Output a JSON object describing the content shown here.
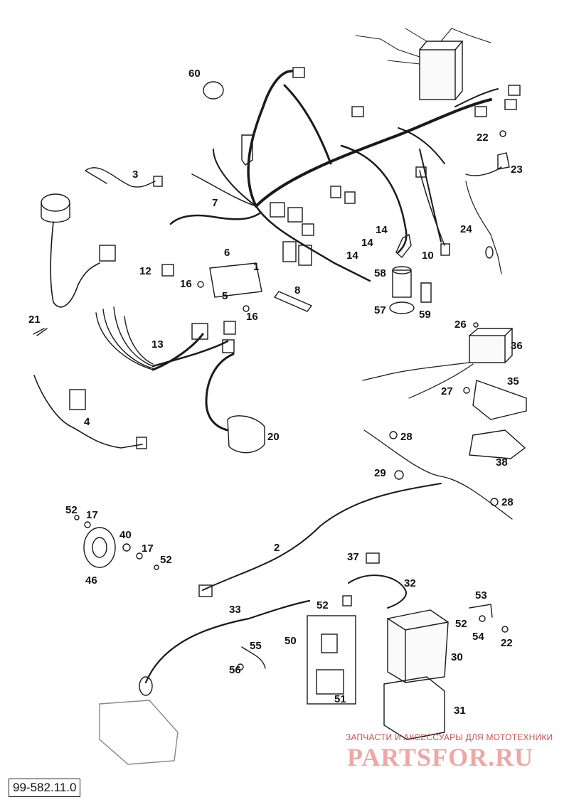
{
  "diagram": {
    "reference_code": "99-582.11.0",
    "callouts": [
      {
        "id": "c60",
        "label": "60"
      },
      {
        "id": "c3",
        "label": "3"
      },
      {
        "id": "c22a",
        "label": "22"
      },
      {
        "id": "c23",
        "label": "23"
      },
      {
        "id": "c7",
        "label": "7"
      },
      {
        "id": "c14a",
        "label": "14"
      },
      {
        "id": "c14b",
        "label": "14"
      },
      {
        "id": "c14c",
        "label": "14"
      },
      {
        "id": "c24",
        "label": "24"
      },
      {
        "id": "c6",
        "label": "6"
      },
      {
        "id": "c10",
        "label": "10"
      },
      {
        "id": "c12",
        "label": "12"
      },
      {
        "id": "c1",
        "label": "1"
      },
      {
        "id": "c16a",
        "label": "16"
      },
      {
        "id": "c58",
        "label": "58"
      },
      {
        "id": "c5",
        "label": "5"
      },
      {
        "id": "c8",
        "label": "8"
      },
      {
        "id": "c16b",
        "label": "16"
      },
      {
        "id": "c57",
        "label": "57"
      },
      {
        "id": "c59",
        "label": "59"
      },
      {
        "id": "c21",
        "label": "21"
      },
      {
        "id": "c26",
        "label": "26"
      },
      {
        "id": "c36",
        "label": "36"
      },
      {
        "id": "c13",
        "label": "13"
      },
      {
        "id": "c35",
        "label": "35"
      },
      {
        "id": "c27",
        "label": "27"
      },
      {
        "id": "c4",
        "label": "4"
      },
      {
        "id": "c20",
        "label": "20"
      },
      {
        "id": "c28a",
        "label": "28"
      },
      {
        "id": "c38",
        "label": "38"
      },
      {
        "id": "c29",
        "label": "29"
      },
      {
        "id": "c28b",
        "label": "28"
      },
      {
        "id": "c52a",
        "label": "52"
      },
      {
        "id": "c17a",
        "label": "17"
      },
      {
        "id": "c40",
        "label": "40"
      },
      {
        "id": "c17b",
        "label": "17"
      },
      {
        "id": "c52b",
        "label": "52"
      },
      {
        "id": "c2",
        "label": "2"
      },
      {
        "id": "c46",
        "label": "46"
      },
      {
        "id": "c37",
        "label": "37"
      },
      {
        "id": "c32",
        "label": "32"
      },
      {
        "id": "c53",
        "label": "53"
      },
      {
        "id": "c33",
        "label": "33"
      },
      {
        "id": "c52c",
        "label": "52"
      },
      {
        "id": "c52d",
        "label": "52"
      },
      {
        "id": "c54",
        "label": "54"
      },
      {
        "id": "c22b",
        "label": "22"
      },
      {
        "id": "c55",
        "label": "55"
      },
      {
        "id": "c50",
        "label": "50"
      },
      {
        "id": "c30",
        "label": "30"
      },
      {
        "id": "c56",
        "label": "56"
      },
      {
        "id": "c51",
        "label": "51"
      },
      {
        "id": "c31",
        "label": "31"
      }
    ]
  },
  "watermark": {
    "subtitle": "ЗАПЧАСТИ И АКСЕССУАРЫ ДЛЯ МОТОТЕХНИКИ",
    "brand": "PARTSFOR.RU"
  },
  "colors": {
    "line": "#1a1a1a",
    "watermark": "#e98a86"
  }
}
